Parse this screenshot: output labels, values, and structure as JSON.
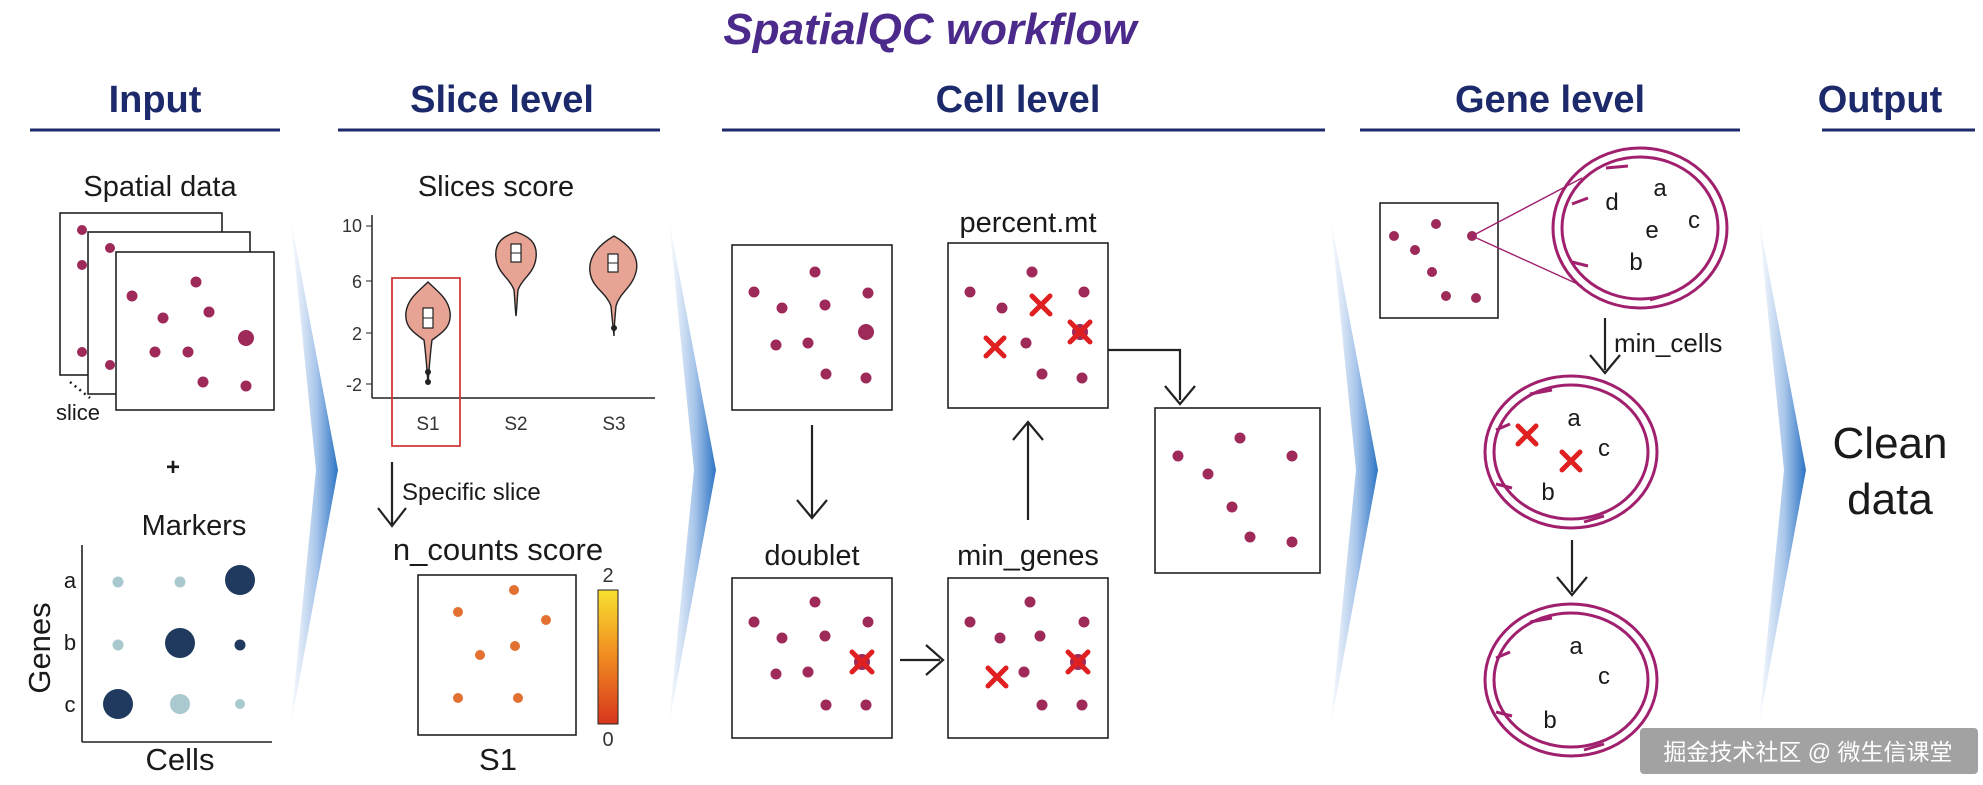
{
  "title": "SpatialQC workflow",
  "sections": {
    "input": "Input",
    "slice": "Slice level",
    "cell": "Cell level",
    "gene": "Gene level",
    "output": "Output"
  },
  "input": {
    "spatial_data": "Spatial data",
    "slice": "slice",
    "plus": "+",
    "markers": "Markers",
    "genes_axis": "Genes",
    "cells_axis": "Cells",
    "gene_labels": [
      "a",
      "b",
      "c"
    ]
  },
  "slice_level": {
    "slices_score": "Slices score",
    "y_ticks": [
      "10",
      "6",
      "2",
      "-2"
    ],
    "x_labels": [
      "S1",
      "S2",
      "S3"
    ],
    "specific_slice": "Specific slice",
    "n_counts_score": "n_counts score",
    "colorbar_max": "2",
    "colorbar_min": "0",
    "s1_label": "S1"
  },
  "cell_level": {
    "percent_mt": "percent.mt",
    "doublet": "doublet",
    "min_genes": "min_genes"
  },
  "gene_level": {
    "min_cells": "min_cells",
    "letters_full": [
      "d",
      "a",
      "c",
      "e",
      "b"
    ],
    "letters_mid": [
      "a",
      "c",
      "b"
    ],
    "letters_final": [
      "a",
      "c",
      "b"
    ]
  },
  "output": {
    "line1": "Clean",
    "line2": "data"
  },
  "watermark": "掘金技术社区 @ 微生信课堂",
  "colors": {
    "title": "#4b2a8c",
    "section": "#1c2a6b",
    "dot": "#9e2a5a",
    "cross": "#e02020",
    "circle": "#a0206e",
    "chevron": "#2d74c4"
  }
}
